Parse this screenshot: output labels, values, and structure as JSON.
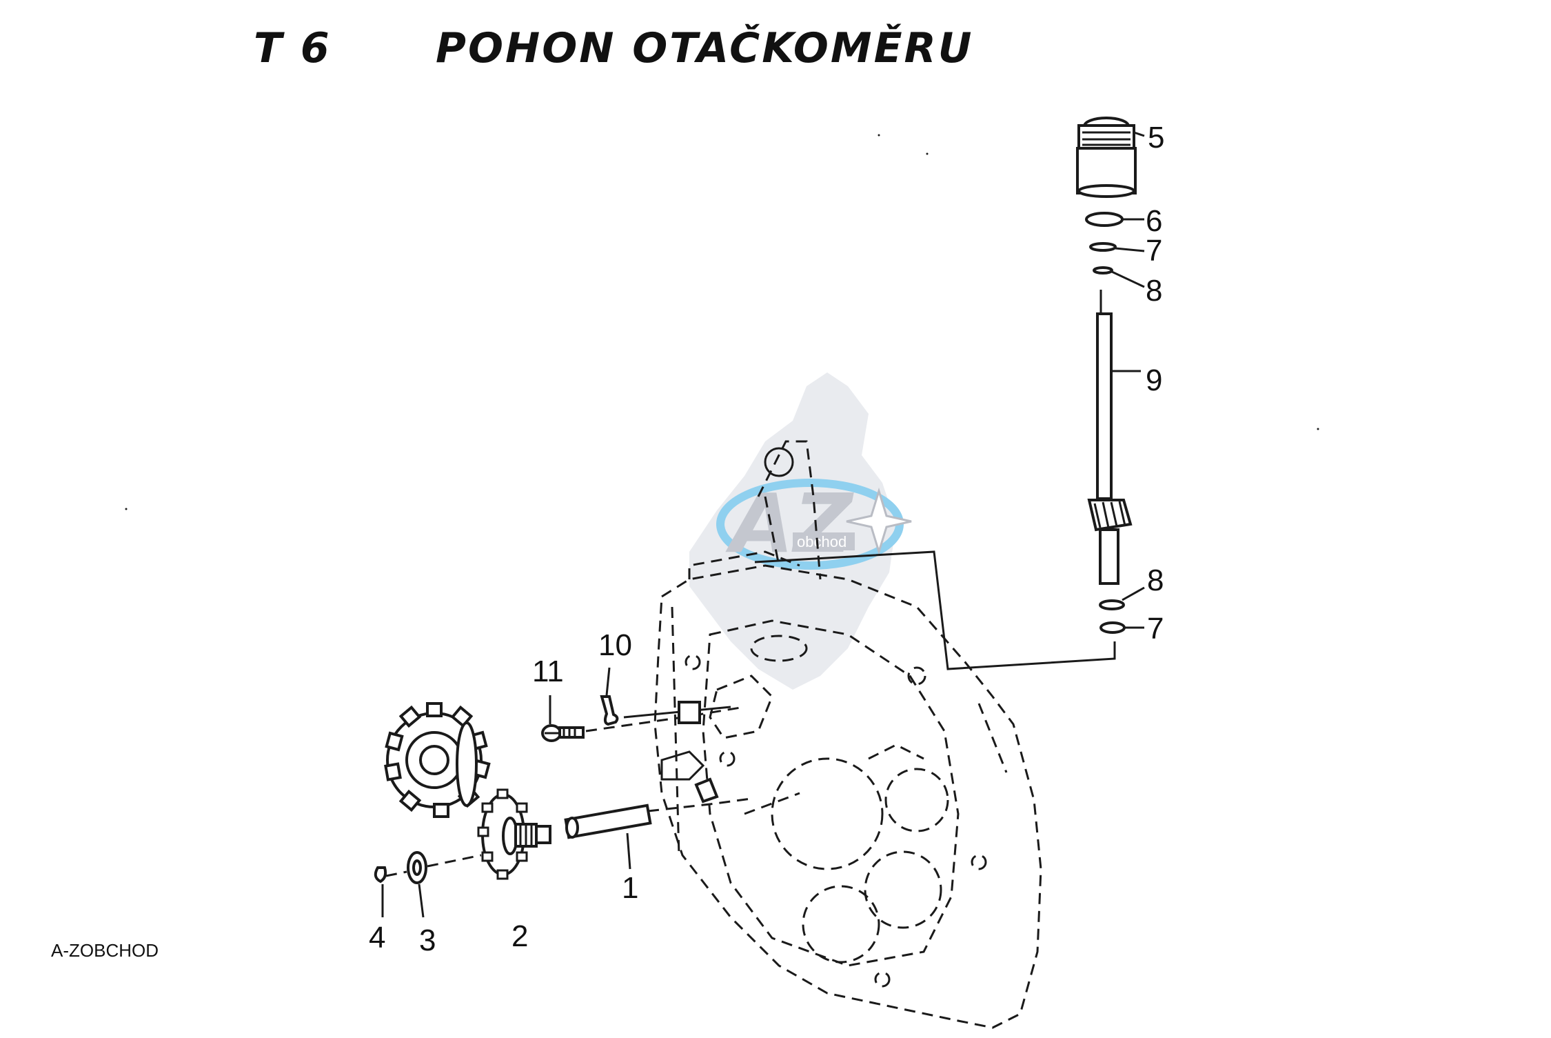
{
  "title": {
    "code": "T 6",
    "text": "POHON OTAČKOMĚRU"
  },
  "callouts": {
    "c1": "1",
    "c2": "2",
    "c3": "3",
    "c4": "4",
    "c5": "5",
    "c6": "6",
    "c7_top": "7",
    "c8_top": "8",
    "c9": "9",
    "c8_bottom": "8",
    "c7_bottom": "7",
    "c10": "10",
    "c11": "11"
  },
  "watermark": {
    "letters": "AZ",
    "sub": "obchod"
  },
  "footer": {
    "text": "A-ZOBCHOD"
  },
  "colors": {
    "ink": "#1a1a1a",
    "watermark_gray": "#c4c7cf",
    "watermark_blue": "#8fd0ef"
  }
}
